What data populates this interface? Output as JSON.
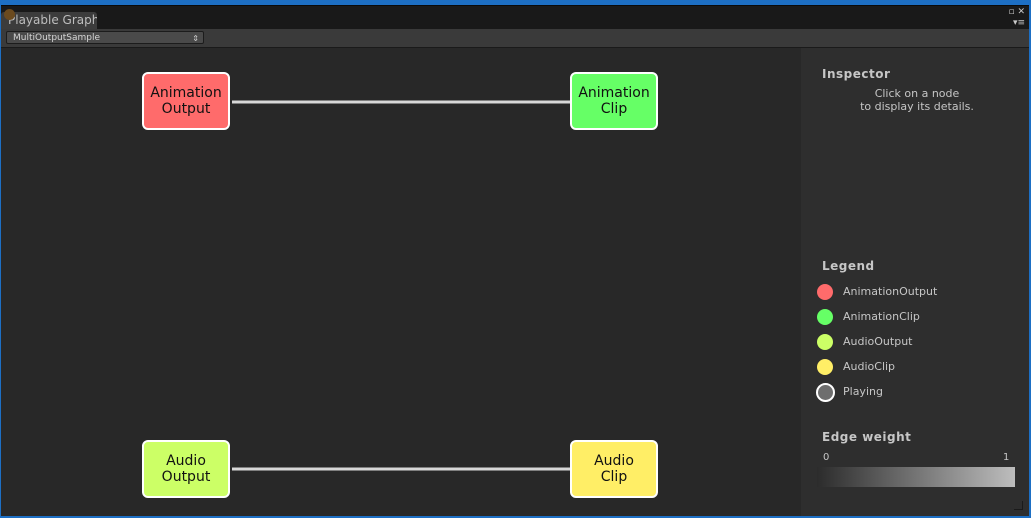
{
  "window": {
    "tab_title": "Playable Graph",
    "controls_top": "▫ ✕",
    "controls_bottom": "▾≡"
  },
  "toolbar": {
    "graph_selected": "MultiOutputSample",
    "select_arrows": "⇕"
  },
  "graph": {
    "nodes": [
      {
        "id": "animation-output",
        "line1": "Animation",
        "line2": "Output",
        "color": "#ff6b6b"
      },
      {
        "id": "animation-clip",
        "line1": "Animation",
        "line2": "Clip",
        "color": "#66ff66"
      },
      {
        "id": "audio-output",
        "line1": "Audio",
        "line2": "Output",
        "color": "#ccff66"
      },
      {
        "id": "audio-clip",
        "line1": "Audio",
        "line2": "Clip",
        "color": "#ffee66"
      }
    ],
    "edges": [
      {
        "from": "animation-output",
        "to": "animation-clip",
        "weight": 1
      },
      {
        "from": "audio-output",
        "to": "audio-clip",
        "weight": 1
      }
    ]
  },
  "inspector": {
    "title": "Inspector",
    "hint_line1": "Click on a node",
    "hint_line2": "to display its details."
  },
  "legend": {
    "title": "Legend",
    "items": [
      {
        "label": "AnimationOutput",
        "color": "#ff6b6b",
        "icon": "animation-output-dot-icon"
      },
      {
        "label": "AnimationClip",
        "color": "#66ff66",
        "icon": "animation-clip-dot-icon"
      },
      {
        "label": "AudioOutput",
        "color": "#ccff66",
        "icon": "audio-output-dot-icon"
      },
      {
        "label": "AudioClip",
        "color": "#ffee66",
        "icon": "audio-clip-dot-icon"
      },
      {
        "label": "Playing",
        "color": "#6e6e6e",
        "icon": "playing-dot-icon"
      }
    ]
  },
  "edge_weight": {
    "title": "Edge weight",
    "min_label": "0",
    "max_label": "1"
  }
}
